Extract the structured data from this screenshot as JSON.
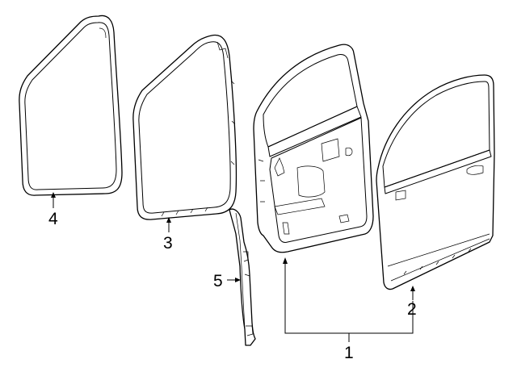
{
  "diagram": {
    "callouts": {
      "front_door_shell": "1",
      "outer_panel": "2",
      "body_side_weatherstrip": "3",
      "door_weatherstrip": "4",
      "door_seal": "5"
    }
  }
}
